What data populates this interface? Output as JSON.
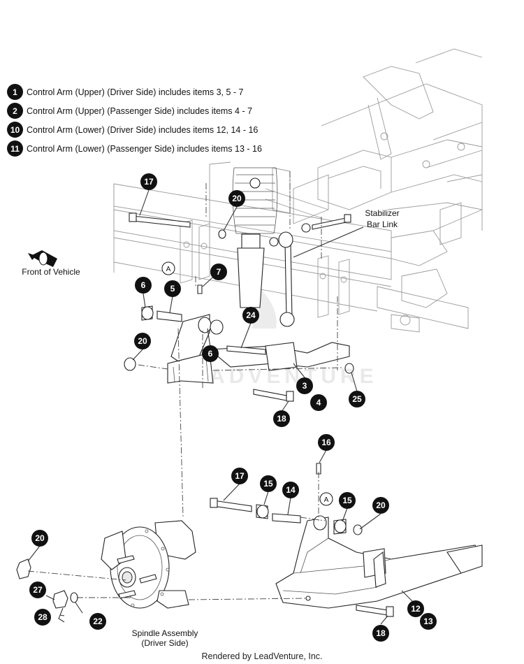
{
  "legend": [
    {
      "badge": "1",
      "text": "Control Arm (Upper) (Driver Side) includes items 3, 5 - 7"
    },
    {
      "badge": "2",
      "text": "Control Arm (Upper) (Passenger Side) includes items 4 - 7"
    },
    {
      "badge": "10",
      "text": "Control Arm (Lower) (Driver Side) includes items 12, 14 - 16"
    },
    {
      "badge": "11",
      "text": "Control Arm (Lower) (Passenger Side) includes items 13 - 16"
    }
  ],
  "labels": {
    "stabilizer_line1": "Stabilizer",
    "stabilizer_line2": "Bar Link",
    "front_of_vehicle": "Front of Vehicle",
    "spindle_line1": "Spindle Assembly",
    "spindle_line2": "(Driver Side)",
    "ref_a": "A"
  },
  "callouts": [
    "17",
    "20",
    "7",
    "6",
    "5",
    "24",
    "20",
    "6",
    "3",
    "4",
    "25",
    "18",
    "16",
    "17",
    "15",
    "14",
    "15",
    "20",
    "20",
    "27",
    "22",
    "28",
    "12",
    "13",
    "18"
  ],
  "footer": "Rendered by LeadVenture, Inc.",
  "watermark": "ADVENTURE"
}
